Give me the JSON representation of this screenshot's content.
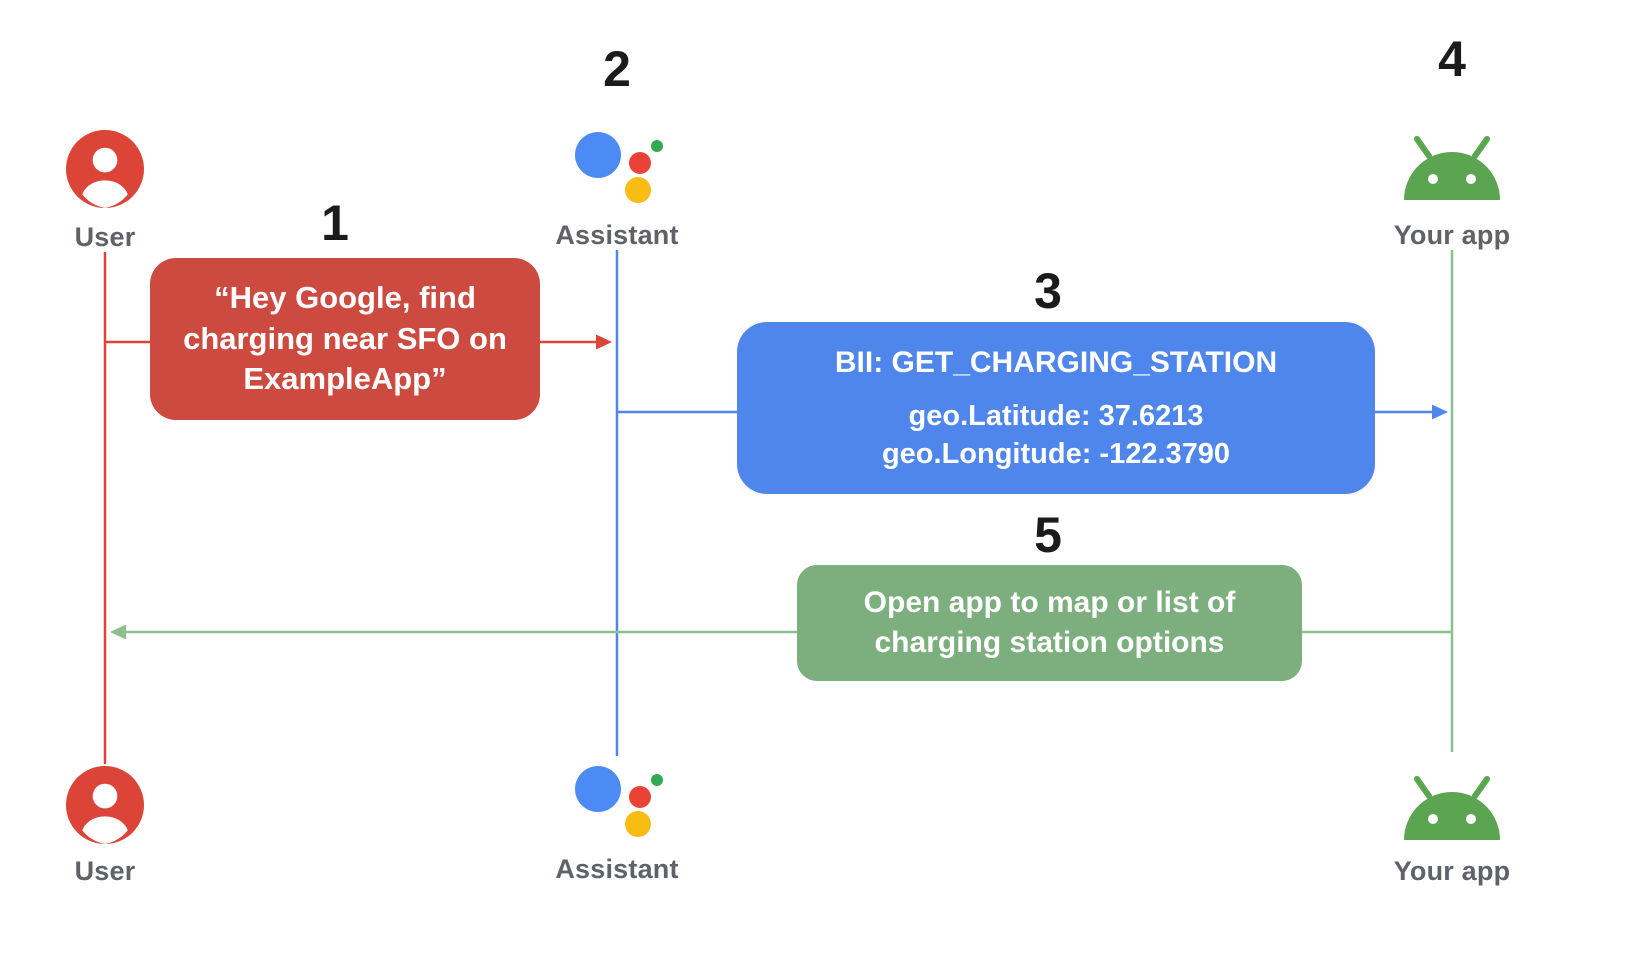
{
  "colors": {
    "background": "#FFFFFF",
    "red": "#DB4437",
    "red_bubble": "#CC4A3F",
    "blue": "#4E86EC",
    "assistant_blue": "#4C8BF5",
    "assistant_red": "#EA4335",
    "assistant_yellow": "#F9BC15",
    "assistant_green": "#34A853",
    "green_line": "#8CC08C",
    "green_bubble": "#7CAE7E",
    "android_green": "#5BA551",
    "label_gray": "#5F6368",
    "number_black": "#1B1B1B"
  },
  "lanes": {
    "user": {
      "label": "User"
    },
    "assistant": {
      "label": "Assistant"
    },
    "app": {
      "label": "Your app"
    }
  },
  "steps": {
    "s1": {
      "number": "1",
      "text": "“Hey Google, find\ncharging near SFO on\nExampleApp”"
    },
    "s2": {
      "number": "2"
    },
    "s3": {
      "number": "3",
      "title": "BII: GET_CHARGING_STATION",
      "line1": "geo.Latitude: 37.6213",
      "line2": "geo.Longitude: -122.3790"
    },
    "s4": {
      "number": "4"
    },
    "s5": {
      "number": "5",
      "text": "Open app to map or list of\ncharging station options"
    }
  }
}
